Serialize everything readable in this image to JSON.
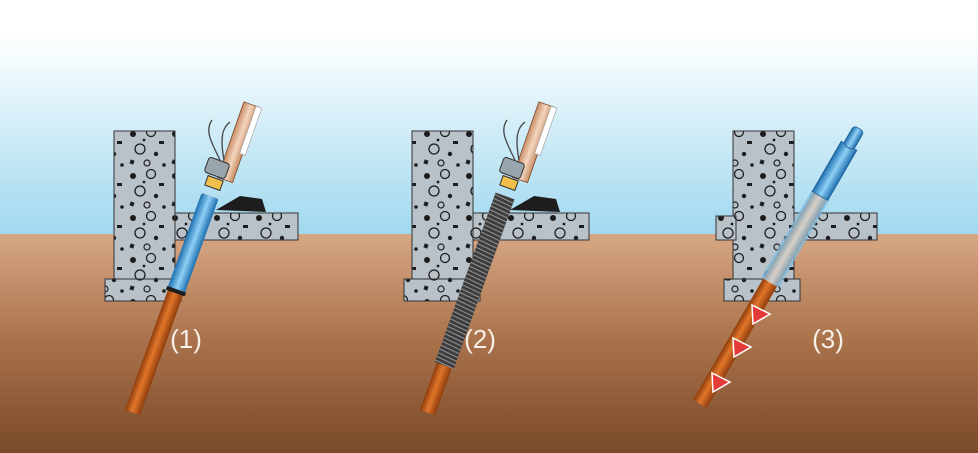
{
  "steps": [
    {
      "label": "(1)"
    },
    {
      "label": "(2)"
    },
    {
      "label": "(3)"
    }
  ],
  "colors": {
    "sky_top": "#ffffff",
    "sky_bottom": "#9fd8ef",
    "soil_top": "#d7a784",
    "soil_bottom": "#7a4a2a",
    "concrete": "#b8c0c8",
    "old_pipe": "#d0651b",
    "liner_blue": "#3aa3e0",
    "spring": "#555555",
    "arrow_red": "#e53a3a"
  },
  "icons": {
    "drain_head": "drain-cleaning-machine-icon",
    "flow_arrow": "flow-arrow-icon"
  }
}
